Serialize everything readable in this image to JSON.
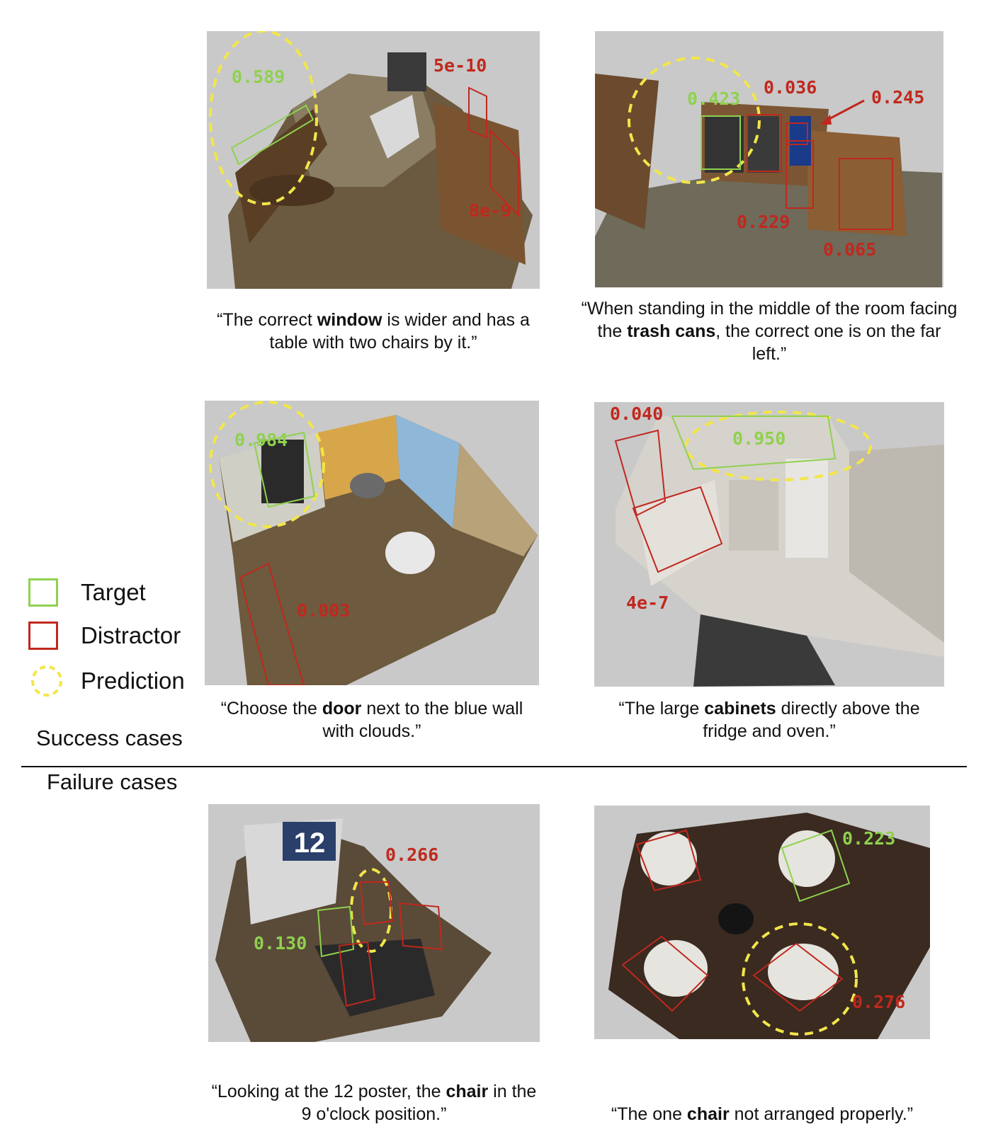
{
  "legend": {
    "target": "Target",
    "distractor": "Distractor",
    "prediction": "Prediction"
  },
  "colors": {
    "target": "#8fd14f",
    "distractor": "#c0281e",
    "prediction": "#f2e64a"
  },
  "sections": {
    "success": "Success cases",
    "failure": "Failure cases"
  },
  "panels": [
    {
      "id": "window",
      "scores": [
        "0.589",
        "5e-10",
        "8e-9"
      ],
      "caption": {
        "pre": "“The correct ",
        "bold": "window",
        "post": " is wider and has a table with two chairs by it.”"
      }
    },
    {
      "id": "trash-cans",
      "scores": [
        "0.423",
        "0.036",
        "0.245",
        "0.229",
        "0.065"
      ],
      "caption": {
        "pre": "“When standing in the middle of the room facing the ",
        "bold": "trash cans",
        "post": ", the correct one is on the far left.”"
      }
    },
    {
      "id": "door",
      "scores": [
        "0.984",
        "0.003"
      ],
      "caption": {
        "pre": "“Choose the ",
        "bold": "door",
        "post": " next to the blue wall with clouds.”"
      }
    },
    {
      "id": "cabinets",
      "scores": [
        "0.040",
        "0.950",
        "4e-7"
      ],
      "caption": {
        "pre": "“The large ",
        "bold": "cabinets",
        "post": " directly above the fridge and oven.”"
      }
    },
    {
      "id": "chair-poster",
      "scores": [
        "0.266",
        "0.130"
      ],
      "poster_number": "12",
      "caption": {
        "pre": "“Looking at the 12 poster, the ",
        "bold": "chair",
        "post": " in the 9 o'clock position.”"
      }
    },
    {
      "id": "chair-arranged",
      "scores": [
        "0.223",
        "0.276"
      ],
      "caption": {
        "pre": "“The one ",
        "bold": "chair",
        "post": " not arranged properly.”"
      }
    }
  ]
}
